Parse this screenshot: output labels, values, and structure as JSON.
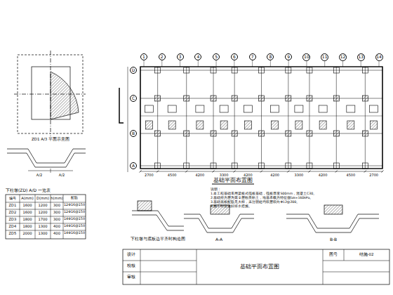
{
  "diagram": {
    "nodes": [
      {
        "text": [
          "1"
        ]
      },
      {
        "text": [
          "2"
        ]
      },
      {
        "text": [
          "3"
        ]
      },
      {
        "text": [
          "4"
        ]
      },
      {
        "text": [
          "5"
        ]
      },
      {
        "text": [
          "6"
        ]
      },
      {
        "text": [
          "7"
        ]
      },
      {
        "text": [
          "8"
        ]
      },
      {
        "text": [
          "9"
        ]
      },
      {
        "text": [
          "10"
        ]
      },
      {
        "text": [
          "11"
        ]
      },
      {
        "text": [
          "12"
        ]
      },
      {
        "text": [
          "13"
        ]
      },
      {
        "text": [
          "14"
        ]
      },
      {
        "text": [
          "D"
        ]
      },
      {
        "text": [
          "C"
        ]
      },
      {
        "text": [
          "B"
        ]
      },
      {
        "text": [
          "A"
        ]
      }
    ],
    "labels": [
      "ZD1 A/3 平面示意图",
      "A/2",
      "A/2",
      "下柱墩(ZD) A/D 一览表",
      "编号",
      "A(mm)",
      "D(mm)",
      "h(mm)",
      "配筋",
      "ZD1",
      "1600",
      "1200",
      "300",
      "12Φ16@150",
      "ZD2",
      "1600",
      "1200",
      "300",
      "12Φ16@150",
      "ZD3",
      "1800",
      "1700",
      "300",
      "14Φ16@150",
      "ZD4",
      "1800",
      "1300",
      "400",
      "14Φ16@150",
      "ZD5",
      "2000",
      "1300",
      "400",
      "14Φ16@150",
      "下柱墩与底板边平齐时构造图",
      "基础平面布置图",
      "说明：",
      "1.本工程基础采用梁板式筏板基础，筏板厚度500mm，混凝土C30。",
      "2.基础持力层为第②层粉质粘土，地基承载力特征值fak=160kPa。",
      "3.基础底板配筋见大样，未注明处均双层双向Φ12@200。",
      "4.施工时应做好排水措施。",
      "A-A",
      "B-B",
      "2700",
      "4500",
      "4200",
      "3300",
      "4200",
      "4200",
      "3300",
      "4200",
      "4500",
      "2700",
      "设计",
      "校核",
      "审核",
      "基础平面布置图",
      "图号",
      "结施-02"
    ]
  }
}
